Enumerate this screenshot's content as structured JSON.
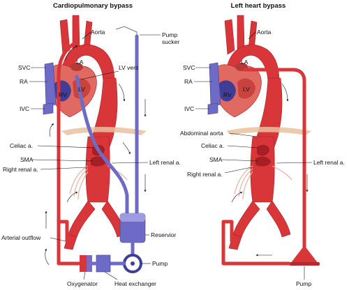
{
  "colors": {
    "vessel": "#d9363a",
    "vessel_light": "#ef7a6e",
    "vessel_dark": "#a51f25",
    "venous": "#6d6bc6",
    "venous_dark": "#3f3d96",
    "heart": "#e06a62",
    "diaphragm": "#e9c1a0",
    "arrow": "#111111"
  },
  "panels": {
    "left": {
      "title": "Cardiopulmonary bypass",
      "labels": {
        "aorta": "Aorta",
        "pump_sucker": "Pump\nsucker",
        "svc": "SVC",
        "la": "LA",
        "lv_vent": "LV vent",
        "ra": "RA",
        "lv": "LV",
        "rv": "RV",
        "ivc": "IVC",
        "celiac": "Celiac a.",
        "sma": "SMA",
        "left_renal": "Left renal a.",
        "right_renal": "Right renal a.",
        "reservior": "Reservior",
        "arterial_outflow": "Arterial outflow",
        "pump": "Pump",
        "oxygenator": "Oxygenator",
        "heat_exchanger": "Heat exchanger"
      }
    },
    "right": {
      "title": "Left heart bypass",
      "labels": {
        "aorta": "Aorta",
        "svc": "SVC",
        "la": "LA",
        "ra": "RA",
        "lv": "LV",
        "rv": "RV",
        "ivc": "IVC",
        "abdominal_aorta": "Abdominal aorta",
        "celiac": "Celiac a.",
        "sma": "SMA",
        "left_renal": "Left renal a.",
        "right_renal": "Right renal a.",
        "pump": "Pump"
      }
    }
  }
}
